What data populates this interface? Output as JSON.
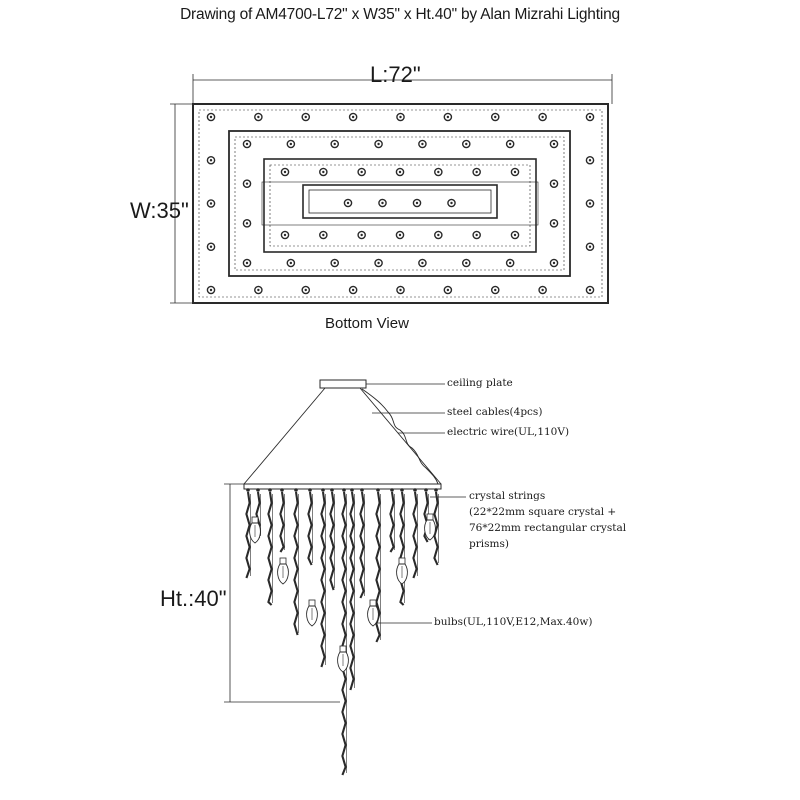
{
  "title": "Drawing of AM4700-L72\" x W35\" x Ht.40\" by Alan Mizrahi Lighting",
  "bottom_view": {
    "length_label": "L:72\"",
    "width_label": "W:35\"",
    "caption": "Bottom View"
  },
  "side_view": {
    "height_label": "Ht.:40\"",
    "callouts": {
      "ceiling_plate": "ceiling plate",
      "steel_cables": "steel cables(4pcs)",
      "electric_wire": "electric wire(UL,110V)",
      "crystal_line1": "crystal strings",
      "crystal_line2": "(22*22mm square crystal +",
      "crystal_line3": "76*22mm rectangular crystal",
      "crystal_line4": "prisms)",
      "bulbs": "bulbs(UL,110V,E12,Max.40w)"
    }
  },
  "colors": {
    "line": "#2a2a2a",
    "background": "#ffffff"
  }
}
